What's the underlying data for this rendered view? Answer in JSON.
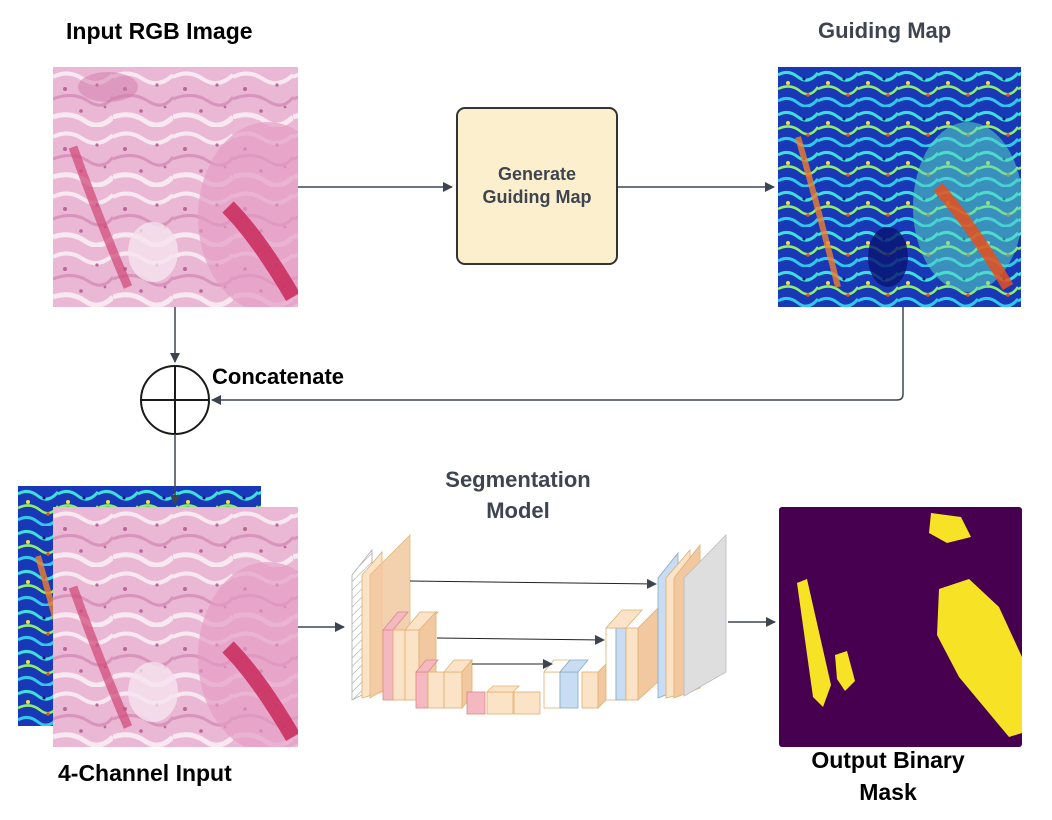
{
  "labels": {
    "input_image": "Input RGB Image",
    "guiding_map": "Guiding Map",
    "generate_box": "Generate Guiding Map",
    "concatenate": "Concatenate",
    "segmentation_model": "Segmentation Model",
    "four_channel_input": "4-Channel Input",
    "output_mask": "Output Binary Mask"
  },
  "colors": {
    "histology_base": "#e9b3d0",
    "histology_vessel": "#c8285a",
    "guide_blue": "#0f2fa8",
    "guide_cyan": "#30d8d8",
    "guide_red": "#e8321c",
    "mask_background": "#46004f",
    "mask_foreground": "#f7e225",
    "box_fill": "#fcefce"
  },
  "icons": {
    "concat": "circled-plus-icon"
  }
}
